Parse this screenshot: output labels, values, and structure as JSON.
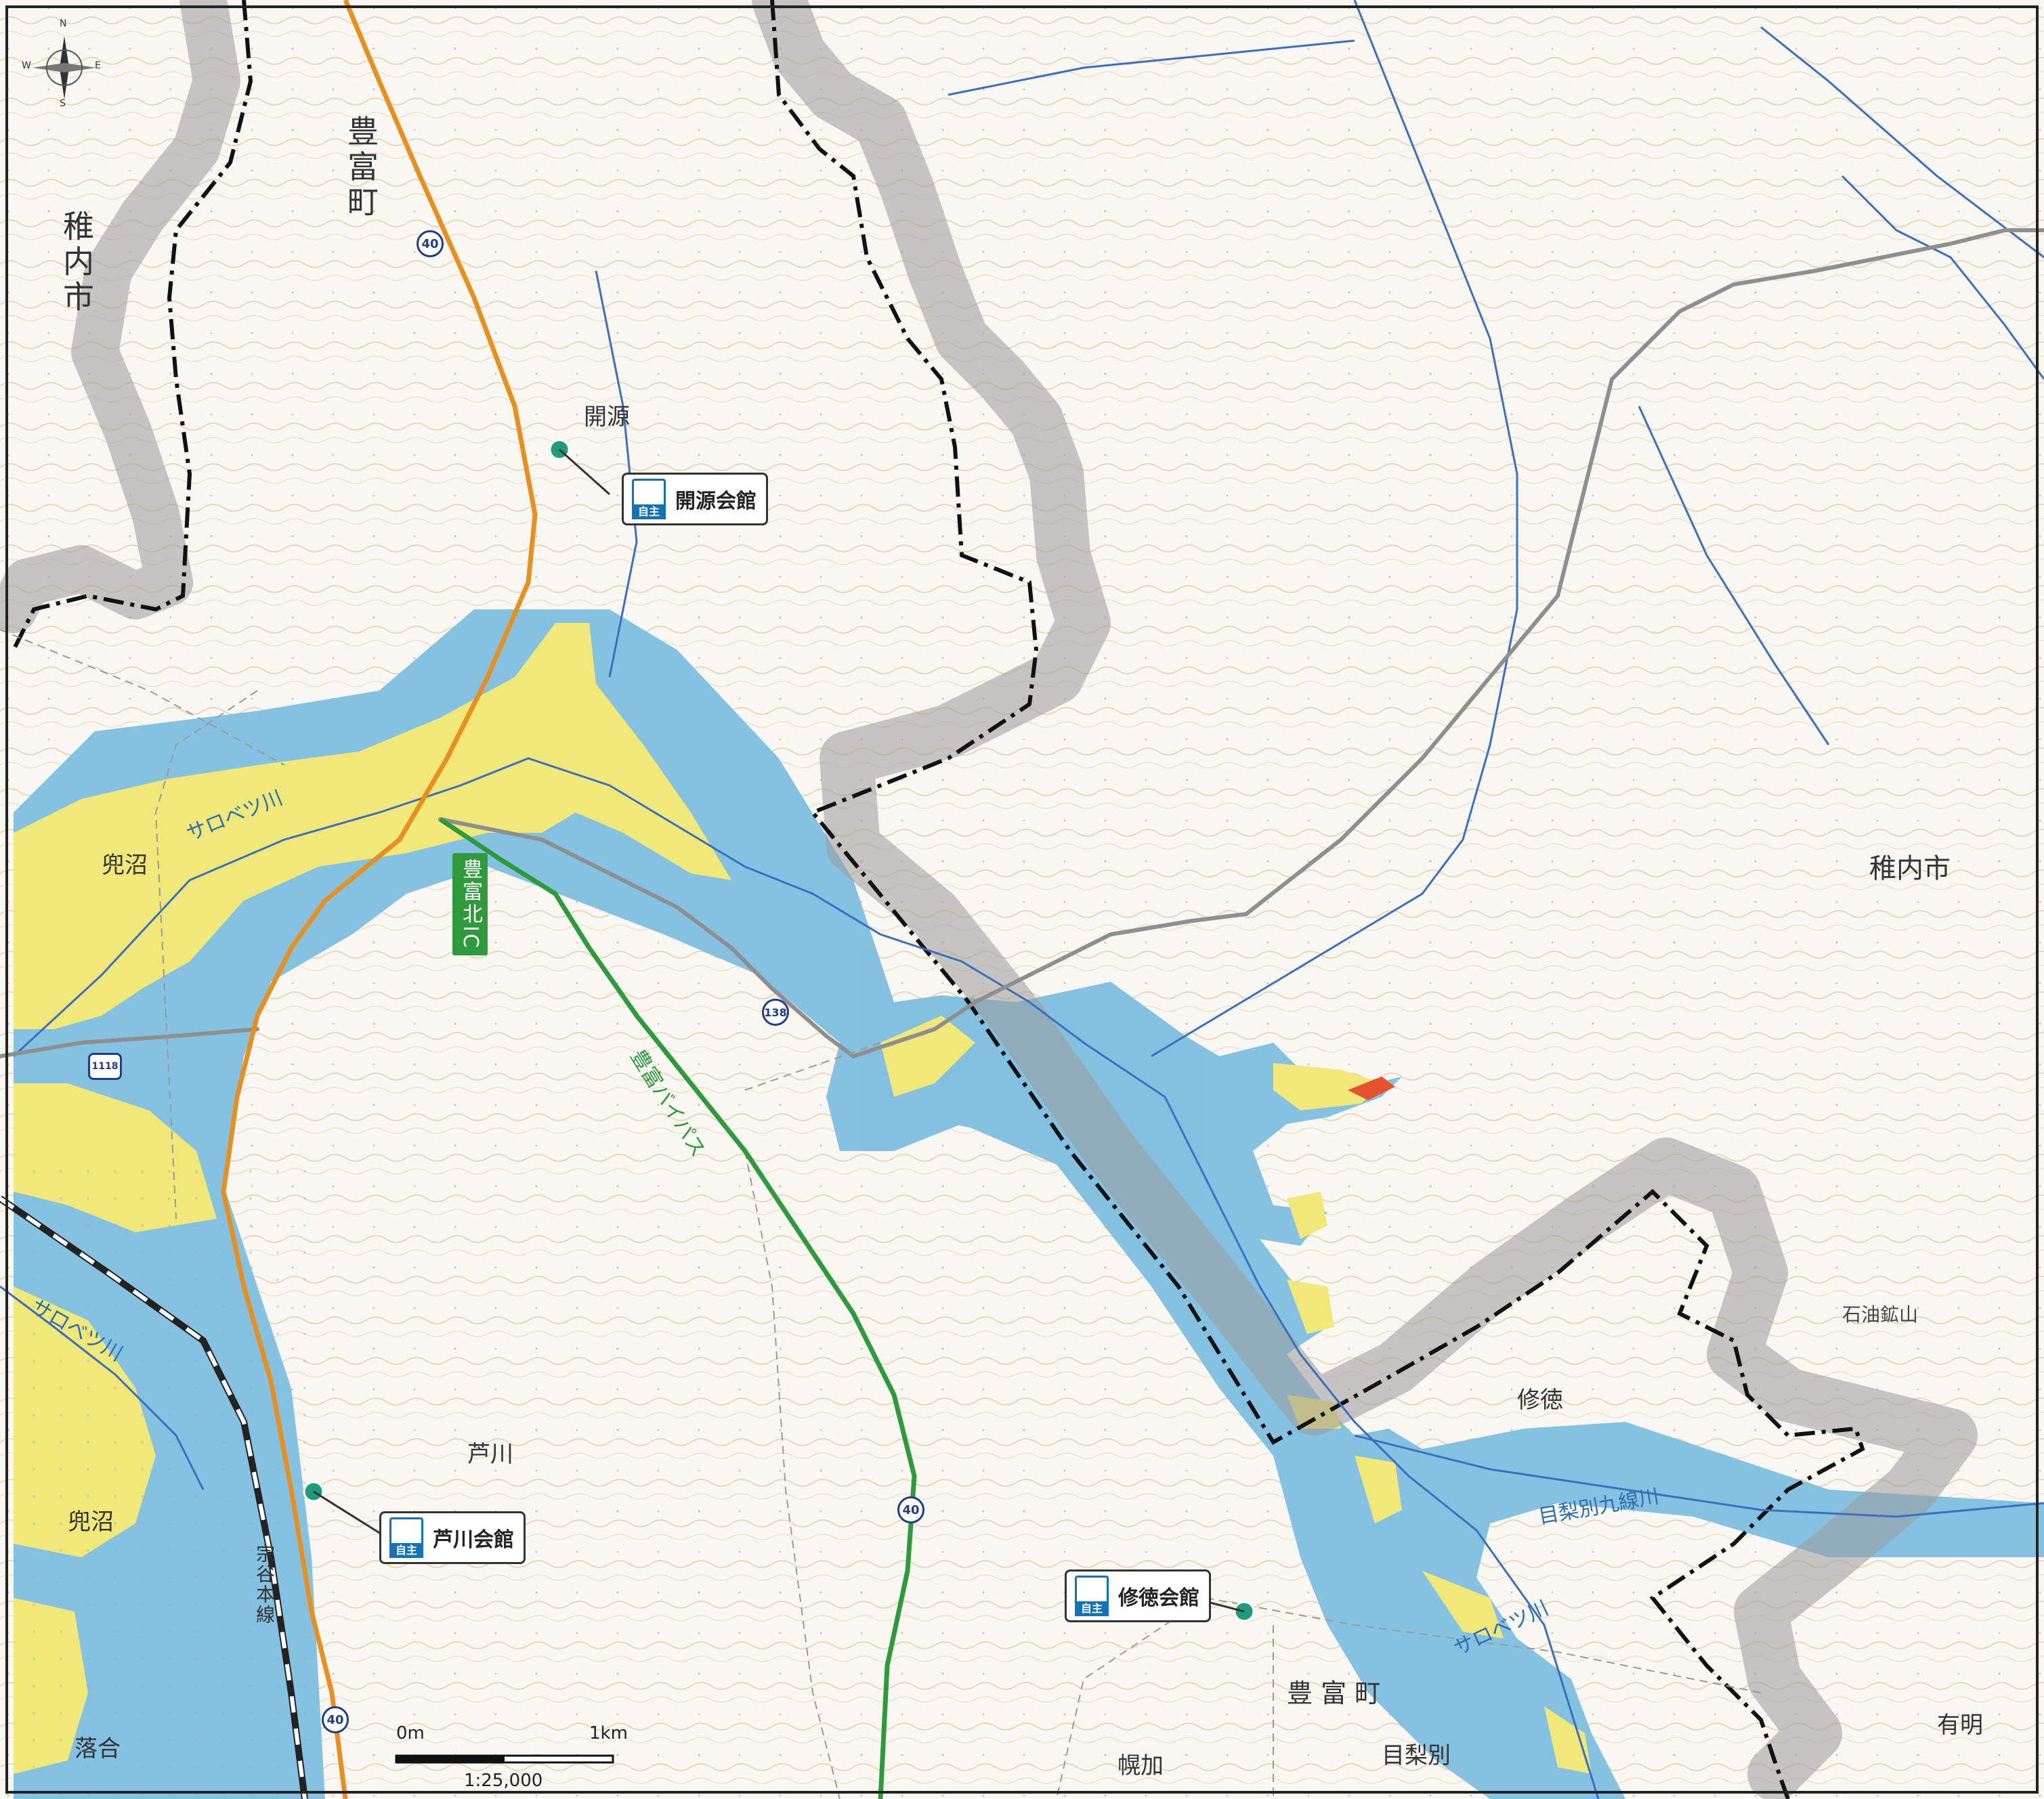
{
  "places": {
    "toyotomi_nw": "豊富町",
    "wakkanai_w": "稚内市",
    "kaigen": "開源",
    "kabuto_n": "兜沼",
    "kabuto_s": "兜沼",
    "ashikawa": "芦川",
    "ochiai": "落合",
    "wakkanai_e": "稚内市",
    "shutoku": "修徳",
    "toyotomi_se": "豊 富 町",
    "horoka": "幌加",
    "menashibetsu": "目梨別",
    "ariake": "有明",
    "ishiyu": "石油鉱山"
  },
  "rivers": {
    "sarobetsu_1": "サロベツ川",
    "sarobetsu_2": "サロベツ川",
    "sarobetsu_3": "サロベツ川",
    "menashi_kusen": "目梨別九線川"
  },
  "shelters": [
    {
      "name": "開源会館",
      "tag": "自主"
    },
    {
      "name": "芦川会館",
      "tag": "自主"
    },
    {
      "name": "修徳会館",
      "tag": "自主"
    }
  ],
  "roads": {
    "r40a": "40",
    "r40b": "40",
    "r40c": "40",
    "r138": "138",
    "r1118": "1118",
    "ic": "豊富北IC",
    "bypass": "豊富バイパス",
    "rail": "宗谷本線"
  },
  "scale": {
    "zero": "0m",
    "km": "1km",
    "ratio": "1:25,000"
  },
  "compass": {
    "n": "N",
    "e": "E",
    "s": "S",
    "w": "W"
  },
  "colors": {
    "flood_blue": "#7ebfe0",
    "flood_yellow": "#f1e87a",
    "flood_orange": "#e5532c",
    "road_orange": "#e8901f",
    "road_green": "#2e9a3b",
    "boundary_gray": "#9a9a9a"
  }
}
